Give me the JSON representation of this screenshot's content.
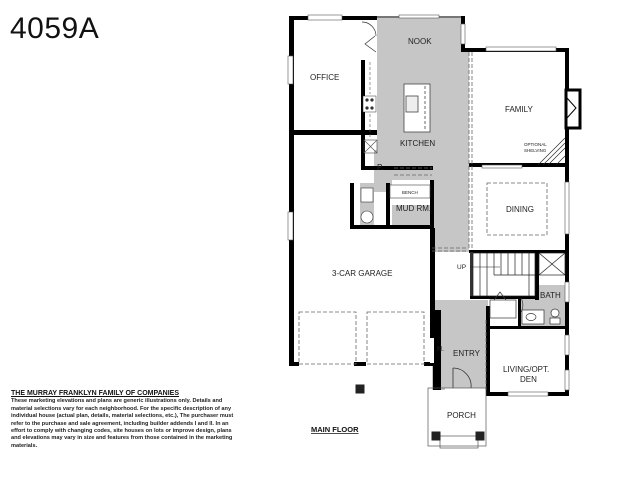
{
  "plan": {
    "code": "4059A",
    "floor_label": "MAIN FLOOR"
  },
  "disclaimer": {
    "heading": "THE MURRAY FRANKLYN FAMILY OF COMPANIES",
    "body": "These marketing elevations and plans are generic illustrations only. Details and material selections vary for each neighborhood. For the specific description of any individual house (actual plan, details, material selections, etc.), The purchaser must refer to the purchase and sale agreement, including builder addends I and II. In an effort to comply with changing codes, site houses on lots or improve design, plans and elevations may vary in size and features from those contained in the marketing materials."
  },
  "rooms": {
    "nook": "NOOK",
    "office": "OFFICE",
    "kitchen": "KITCHEN",
    "family": "FAMILY",
    "optional_shelving_1": "OPTIONAL",
    "optional_shelving_2": "SHELVING",
    "pantry": "P.",
    "bench": "BENCH",
    "mud_room": "MUD RM.",
    "dining": "DINING",
    "garage": "3-CAR GARAGE",
    "stairs_up": "UP",
    "bath": "BATH",
    "closet": "N.",
    "entry": "ENTRY",
    "living_1": "LIVING/OPT.",
    "living_2": "DEN",
    "porch": "PORCH"
  },
  "colors": {
    "circulation": "#c6c6c6",
    "wall": "#000000",
    "background": "#ffffff"
  }
}
